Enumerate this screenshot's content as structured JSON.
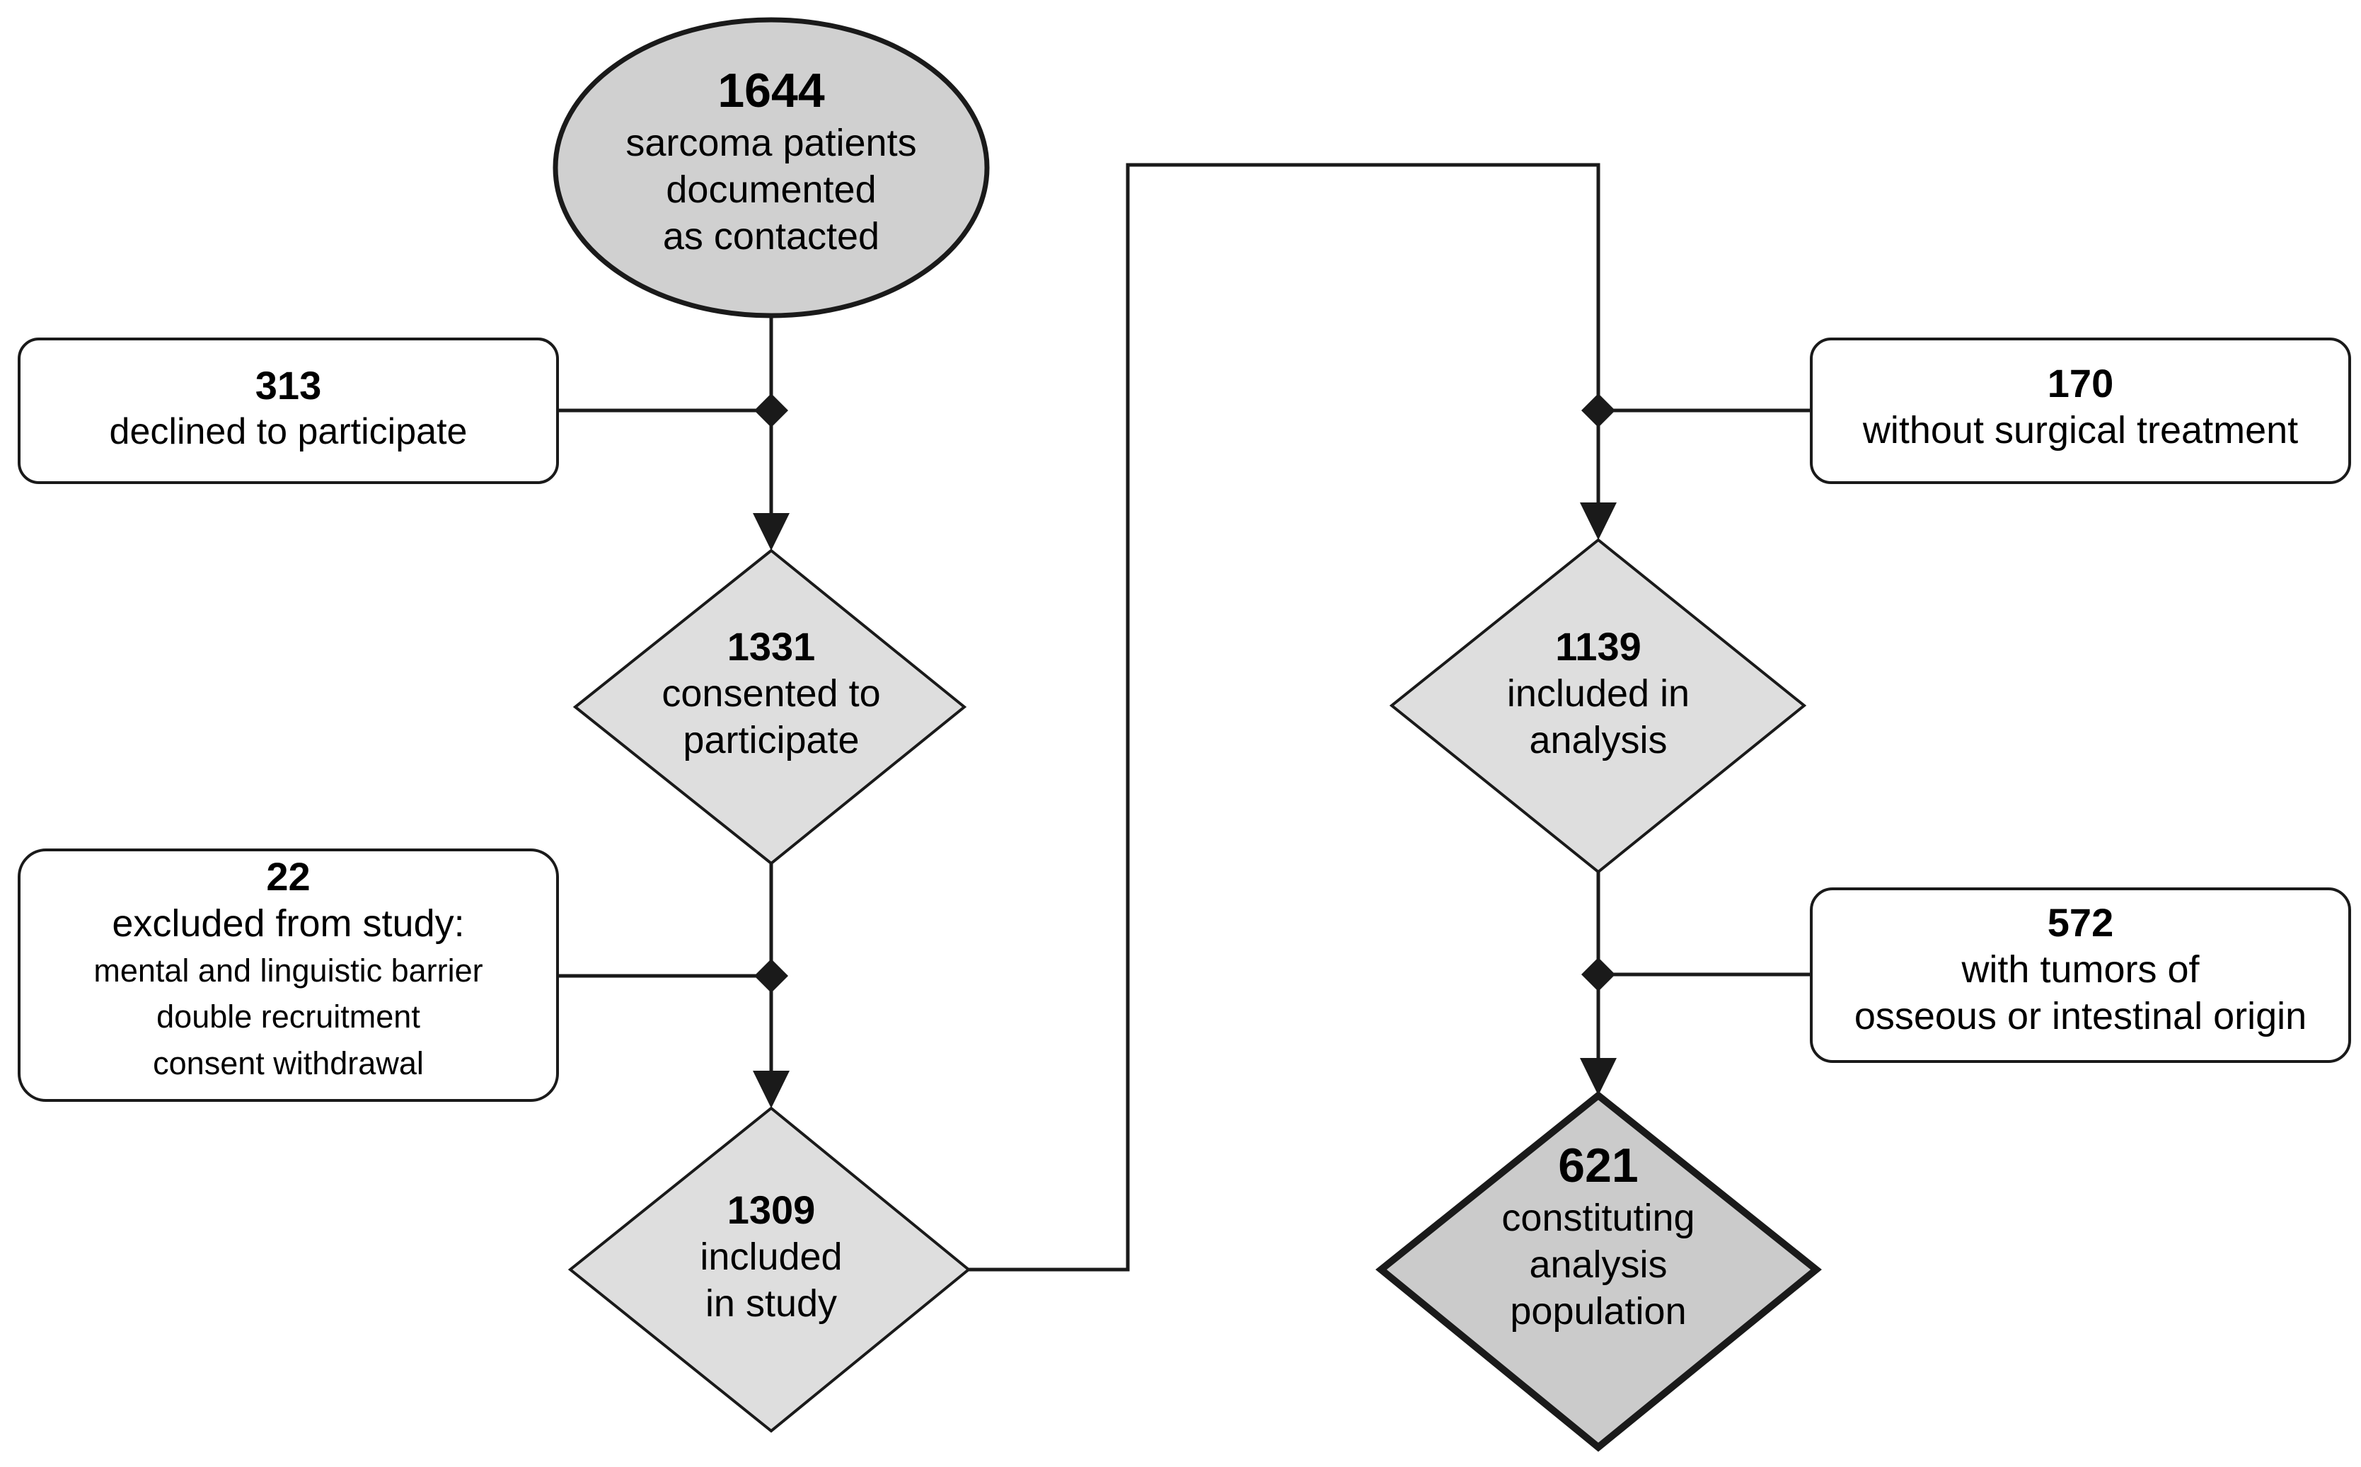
{
  "nodes": {
    "contacted": {
      "count": "1644",
      "lines": [
        "sarcoma patients",
        "documented",
        "as contacted"
      ]
    },
    "declined": {
      "count": "313",
      "lines": [
        "declined to participate"
      ]
    },
    "consented": {
      "count": "1331",
      "lines": [
        "consented to",
        "participate"
      ]
    },
    "excluded": {
      "count": "22",
      "lines": [
        "excluded from study:"
      ],
      "details": [
        "mental and linguistic barrier",
        "double recruitment",
        "consent withdrawal"
      ]
    },
    "included_study": {
      "count": "1309",
      "lines": [
        "included",
        "in study"
      ]
    },
    "no_surgery": {
      "count": "170",
      "lines": [
        "without surgical treatment"
      ]
    },
    "included_analysis": {
      "count": "1139",
      "lines": [
        "included in",
        "analysis"
      ]
    },
    "tumors": {
      "count": "572",
      "lines": [
        "with tumors of",
        "osseous or intestinal origin"
      ]
    },
    "population": {
      "count": "621",
      "lines": [
        "constituting",
        "analysis",
        "population"
      ]
    }
  },
  "colors": {
    "ellipse_fill": "#d0d0d0",
    "diamond_fill": "#dedede",
    "final_fill": "#cbcbcb",
    "stroke": "#1a1a1a",
    "box_fill": "#ffffff"
  }
}
